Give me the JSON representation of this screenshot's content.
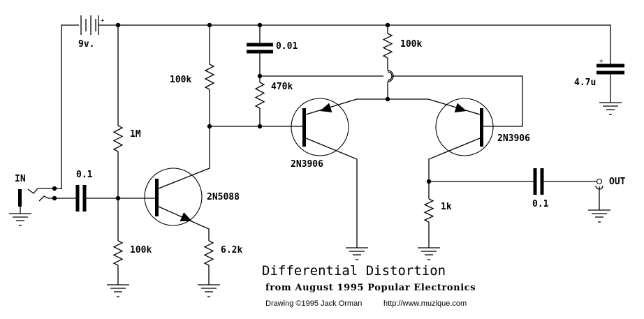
{
  "title": "Differential Distortion",
  "subtitle": "from August 1995 Popular Electronics",
  "credit": "Drawing ©1995 Jack Orman",
  "url": "http://www.muzique.com",
  "colors": {
    "ink": "#000000",
    "background": "#ffffff"
  },
  "components": {
    "battery": {
      "type": "battery",
      "label": "9v.",
      "polarity": "+"
    },
    "r_bias_top": {
      "type": "resistor",
      "label": "1M"
    },
    "r_bias_bottom": {
      "type": "resistor",
      "label": "100k"
    },
    "r_collector_q1": {
      "type": "resistor",
      "label": "100k"
    },
    "r_emitter_q1": {
      "type": "resistor",
      "label": "6.2k"
    },
    "c_input": {
      "type": "capacitor",
      "label": "0.1"
    },
    "c_filter": {
      "type": "capacitor",
      "label": "0.01"
    },
    "r_470k": {
      "type": "resistor",
      "label": "470k"
    },
    "r_tail": {
      "type": "resistor",
      "label": "100k"
    },
    "r_load": {
      "type": "resistor",
      "label": "1k"
    },
    "c_output": {
      "type": "capacitor",
      "label": "0.1"
    },
    "c_supply": {
      "type": "electrolytic-capacitor",
      "label": "4.7u",
      "polarity": "+"
    },
    "q1": {
      "type": "npn-transistor",
      "label": "2N5088"
    },
    "q2": {
      "type": "pnp-transistor",
      "label": "2N3906"
    },
    "q3": {
      "type": "pnp-transistor",
      "label": "2N3906"
    }
  },
  "terminals": {
    "input": {
      "label": "IN"
    },
    "output": {
      "label": "OUT"
    }
  },
  "ground_mark": "-"
}
